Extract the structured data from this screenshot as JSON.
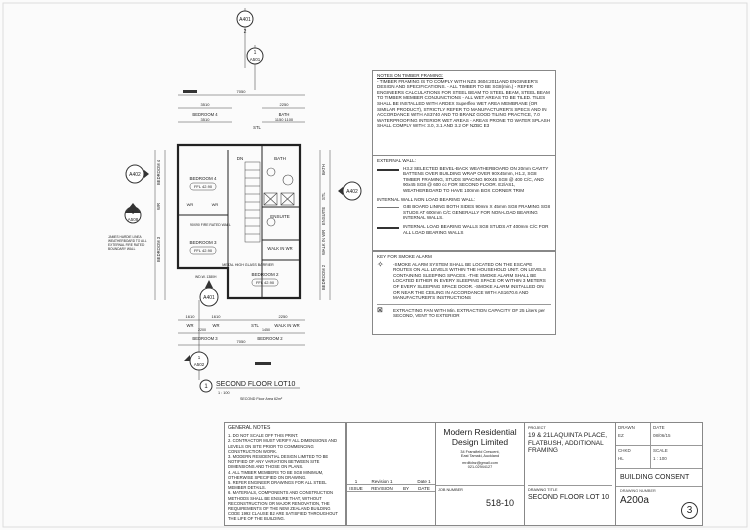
{
  "plan": {
    "section_markers": [
      {
        "ref": "A401",
        "num": "2"
      },
      {
        "ref": "A501",
        "num": "1"
      },
      {
        "ref": "A402",
        "num": "2"
      },
      {
        "ref": "A402",
        "num": "1"
      },
      {
        "ref": "A508",
        "num": "1"
      },
      {
        "ref": "A401",
        "num": "1"
      },
      {
        "ref": "A502",
        "num": "1"
      }
    ],
    "dims_top": {
      "overall": "7050",
      "bed4": "3510",
      "bath": "2250",
      "bed4_sub": "3510",
      "stl": "STL",
      "bath_sub": "1150  1100",
      "bed4_label": "BEDROOM 4",
      "bath_label": "BATH"
    },
    "dims_bottom": {
      "wr1": "1610",
      "wr2": "1610",
      "walk": "2250",
      "wr_label1": "WR",
      "wr_label2": "WR",
      "stl": "STL",
      "walkin": "WALK IN WR",
      "bed3": "BEDROOM 3",
      "bed2": "BEDROOM 2",
      "overall": "7050",
      "sub1": "2200",
      "sub2": "1450"
    },
    "rooms": [
      {
        "name": "BEDROOM 4",
        "ffl": "FFL 42.90"
      },
      {
        "name": "BEDROOM 3",
        "ffl": "FFL 42.90"
      },
      {
        "name": "BEDROOM 2",
        "ffl": "FFL 42.90"
      },
      {
        "name": "BATH"
      },
      {
        "name": "ENSUITE"
      },
      {
        "name": "WALK IN WR"
      },
      {
        "name": "WR"
      },
      {
        "name": "WR"
      },
      {
        "name": "DN"
      }
    ],
    "side_labels_left": [
      "BEDROOM 4",
      "WR",
      "BEDROOM 3"
    ],
    "side_labels_right": [
      "BATH",
      "STL",
      "ENSUITE",
      "WALK IN WR",
      "BEDROOM 2"
    ],
    "annotations": {
      "fire_wall": "90X90 FIRE RATED WALL",
      "glass": "METAL HIGH GLASS BARRIER",
      "lintel": "WD.W. 1380H",
      "left_note": "JAMES HARDIE LINEA WEATHERBOARD TO ALL EXTERNAL FIRE RATED BOUNDARY WALL"
    },
    "title": {
      "num": "1",
      "name": "SECOND FLOOR LOT10",
      "scale": "1 : 100",
      "area": "SECOND Floor Area 62m²"
    }
  },
  "notes": {
    "timber_title": "NOTES ON TIMBER FRAMING:",
    "timber_body": "- TIMBER FRAMING IS TO COMPLY WITH NZS 3604:2011AND ENGINEER'S DESIGN AND SPECIFICATIONS. - ALL TIMBER TO BE SG8(min.) - REFER ENGINEERS CALCULATIONS FOR STEEL BEAM TO STEEL BEAM, STEEL BEAM TO TIMBER MEMBER CONJUNCTIONS - ALL WET AREAS TO BE TILED. TILES SHALL BE INSTALLED WITH ARDEX Superflex WET AREA MEMBRANE (OR SIMILAR PRODUCT), STRICTLY REFER TO MANUFACTURER'S SPECS AND IN ACCORDANCE WITH AS3740 AND TO BRANZ GOOD TILING PRACTICE, 7.0 WATERPROOFING INTERIOR WET AREAS - AREAS PRONE TO WATER SPLASH SHALL COMPLY WITH: 3.0, 3.1 AND 3.2 OF NZBC E3",
    "ext_title": "EXTERNAL WALL:",
    "ext_body": "H3.2 SELECTED BEVEL-BACK WEATHERBOARD ON 20mm CAVITY BATTENS OVER BUILDING WRAP OVER 90X45mm, H1.2, SG8 TIMBER FRAMING, STUDS SPACING 90X45 SG8 @ 400 C/C, AND 90x45 SG8 @ 600 cc FOR SECOND FLOOR. E2/AS1, WEATHERBOARD TO HAVE 100mm BOX CORNER TRIM",
    "int_nlb_title": "INTERNAL WALL NON LOAD BEARING WALL:",
    "int_nlb_body": "GIB BOARD LINING BOTH SIDES 90mm X 45mm SG8 FRAMING SG8 STUDS AT 600mm C/C GENERALLY FOR NON-LOAD BEARING INTERNAL WALLS.",
    "int_lb_body": "INTERNAL LOAD BEARING WALLS SG8 STUDS AT 400mm C/C FOR ALL LOAD BEARING WALLS",
    "smoke_title": "KEY FOR SMOKE ALARM",
    "smoke_body": "-SMOKE ALARM SYSTEM SHALL BE LOCATED ON THE ESCAPE ROUTES ON ALL LEVELS WITHIN THE HOUSEHOLD UNIT. ON LEVELS CONTAINING SLEEPING SPACES. -THE SMOKE ALARM SHALL BE LOCATED EITHER IN EVERY SLEEPING SPACE OR WITHIN 3 METERS OF EVERY SLEEPING SPACE DOOR. -SMOKE ALARM INSTALLED ON OR NEAR THE CEILING IN ACCORDANCE WITH AS1670.6 AND MANUFACTURER'S INSTRUCTIONS",
    "fan_body": "EXTRACTING FAN WITH Min. EXTRACTION CAPACITY OF 25 Liters per SECOND, VENT TO EXTERIOR"
  },
  "title_block": {
    "general_title": "GENERAL NOTES",
    "general_items": [
      "1. DO NOT SCALE OFF THIS PRINT.",
      "2. CONTRACTOR MUST VERIFY ALL DIMENSIONS AND LEVELS ON SITE PRIOR TO COMMENCING CONSTRUCTION WORK.",
      "3. MODERN RESIDENTIAL DESIGN LIMITED TO BE NOTIFIED OF ANY VARIATION BETWEEN SITE DIMENSIONS AND THOSE ON PLANS.",
      "4. ALL TIMBER MEMBERS TO BE SG8 MINIMUM, OTHERWISE SPECIFIED ON DRAWING.",
      "5. REFER ENGINEER DRAWINGS FOR ALL STEEL MEMBER DETAILS.",
      "6. MATERIALS, COMPONENTS AND CONSTRUCTION METHODS SHALL BE ENSURE THAT, WITHOUT RECONSTRUCTION OR MAJOR RENOVATION, THE REQUIREMENTS OF THE NEW ZEALAND BUILDING CODE 1992 CLAUSE B2 ARE SATISFIED THROUGHOUT THE LIFE OF THE BUILDING."
    ],
    "revision": {
      "issue": "1",
      "revision": "Revision 1",
      "by": "",
      "date": "Date 1",
      "h_issue": "ISSUE",
      "h_revision": "REVISION",
      "h_by": "BY",
      "h_date": "DATE"
    },
    "company": {
      "name": "Modern Residential Design Limited",
      "address1": "34 Fransfield Crescent,",
      "address2": "East Tamaki, Auckland",
      "email": "mrdltdnz@gmail.com",
      "phone": "021-02944127"
    },
    "job_label": "JOB NUMBER",
    "job_number": "518-10",
    "project_label": "PROJECT",
    "project": "19 & 21LAQUINTA PLACE, FLATBUSH, ADDITIONAL FRAMING",
    "drawing_title_label": "DRAWING TITLE",
    "drawing_title": "SECOND FLOOR LOT 10",
    "drawn_label": "DRAWN",
    "drawn": "EZ",
    "date_label": "DATE",
    "date": "08/06/15",
    "chkd_label": "CHKD",
    "chkd": "HL",
    "scale_label": "SCALE",
    "scale": "1 : 100",
    "status": "BUILDING CONSENT",
    "number_label": "DRAWING NUMBER",
    "number": "A200a",
    "revision_circle": "3"
  }
}
